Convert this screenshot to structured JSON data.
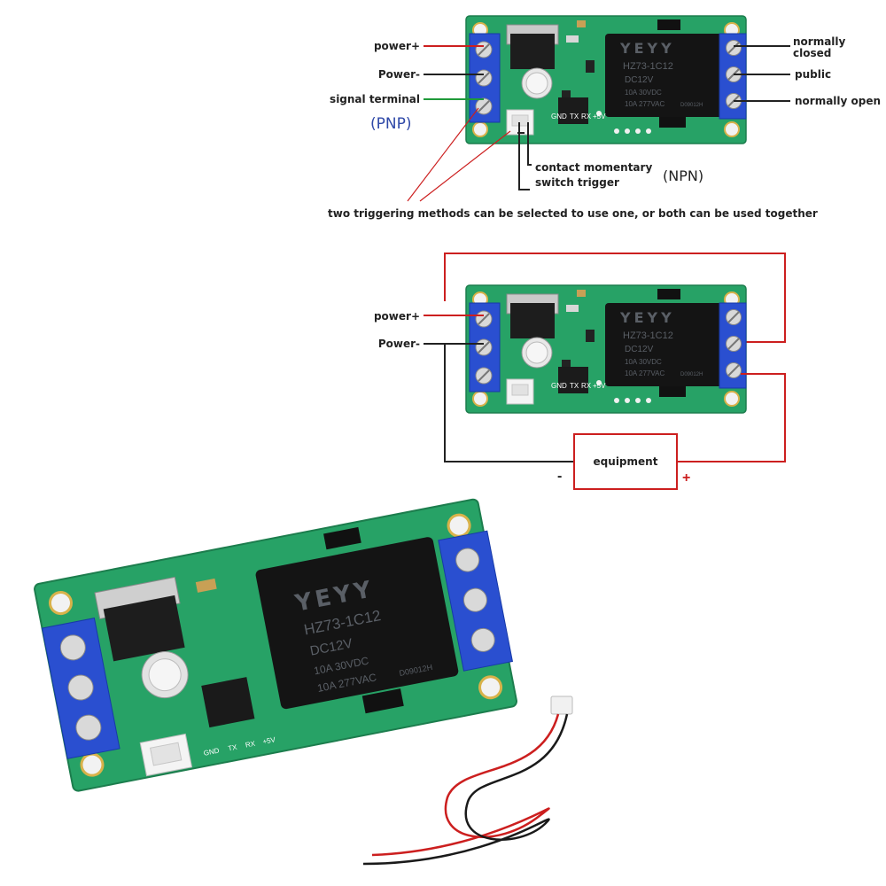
{
  "diagram1": {
    "label_power_plus": "power+",
    "label_power_minus": "Power-",
    "label_signal": "signal terminal",
    "label_pnp": "(PNP)",
    "label_nc_line1": "normally",
    "label_nc_line2": "closed",
    "label_public": "public",
    "label_no": "normally open",
    "label_switch_line1": "contact momentary",
    "label_switch_line2": "switch trigger",
    "label_npn": "(NPN)",
    "label_caption": "two triggering methods can be selected to use one, or both can be used together"
  },
  "diagram2": {
    "label_power_plus": "power+",
    "label_power_minus": "Power-",
    "label_equipment": "equipment",
    "label_minus_sign": "-",
    "label_plus_sign": "+"
  },
  "relay": {
    "brand": "YEYY",
    "model": "HZ73-1C12",
    "coil": "DC12V",
    "rating1": "10A 30VDC",
    "rating2": "10A 277VAC",
    "code": "D09012H"
  },
  "pcb": {
    "silk_labels": [
      "GND",
      "TX",
      "RX",
      "+5V"
    ]
  },
  "colors": {
    "pcb_green": "#27a266",
    "terminal_blue": "#2a4fd0",
    "wire_red": "#cc1f1f",
    "wire_black": "#222222",
    "wire_green": "#1f9a3a",
    "pnp_blue": "#2f49a8"
  }
}
